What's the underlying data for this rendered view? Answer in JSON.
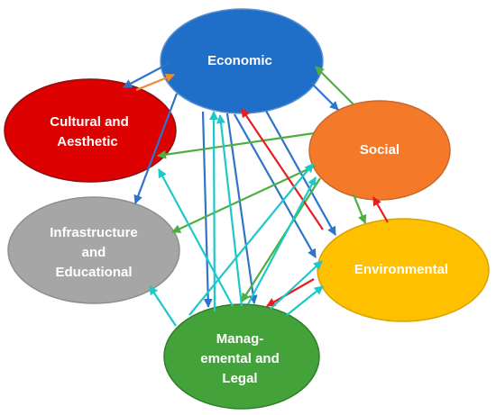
{
  "colors": {
    "economic": "#1f6fc9",
    "cultural": "#dd0000",
    "social": "#f47a2a",
    "infrastructure": "#a6a6a6",
    "environmental": "#ffc000",
    "managemental": "#43a33a",
    "arrow_blue": "#2e75c8",
    "arrow_green": "#4caf3e",
    "arrow_cyan": "#1ec8c8",
    "arrow_red": "#e61e1e",
    "arrow_orange": "#f08a30"
  },
  "nodes": {
    "economic": {
      "lines": [
        "Economic"
      ]
    },
    "cultural": {
      "lines": [
        "Cultural  and",
        "Aesthetic"
      ]
    },
    "social": {
      "lines": [
        "Social"
      ]
    },
    "infrastructure": {
      "lines": [
        "Infrastructure",
        "and",
        "Educational"
      ]
    },
    "environmental": {
      "lines": [
        "Environmental"
      ]
    },
    "managemental": {
      "lines": [
        "Manag-",
        "emental and",
        "Legal"
      ]
    }
  }
}
